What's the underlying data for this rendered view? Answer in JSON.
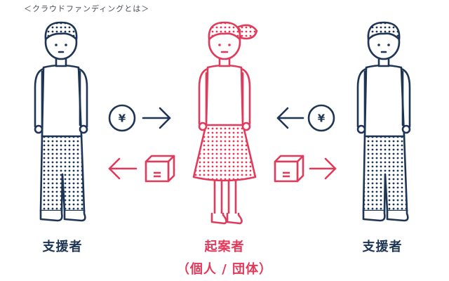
{
  "caption": "＜クラウドファンディングとは＞",
  "nodes": {
    "left": {
      "label": "支援者"
    },
    "center": {
      "label": "起案者",
      "sublabel": "（個人 / 団体）"
    },
    "right": {
      "label": "支援者"
    }
  },
  "flows": {
    "left_money_symbol": "¥",
    "right_money_symbol": "¥"
  },
  "colors": {
    "supporter": "#1f3554",
    "creator": "#e23a5b"
  },
  "icons": {
    "money": "yen-coin-icon",
    "reward": "parcel-box-icon"
  }
}
